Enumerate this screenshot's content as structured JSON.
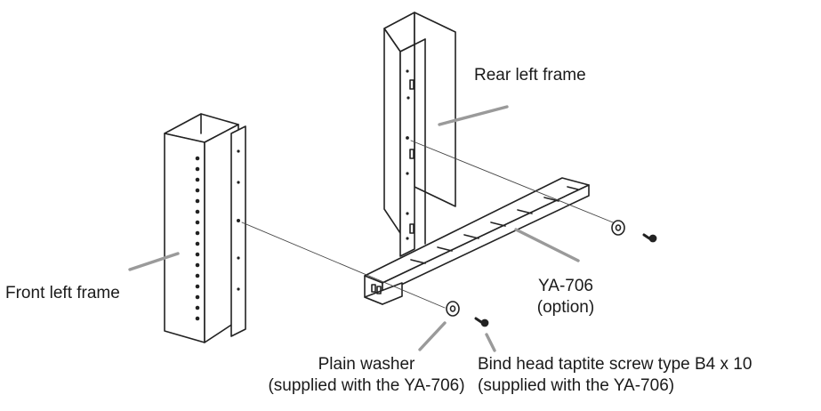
{
  "labels": {
    "rear_left_frame": "Rear left frame",
    "front_left_frame": "Front left frame",
    "bracket_name": "YA-706",
    "bracket_note": "(option)",
    "washer_name": "Plain washer",
    "washer_note": "(supplied with the YA-706)",
    "screw_name": "Bind head taptite screw type B4 x 10",
    "screw_note": "(supplied with the YA-706)"
  },
  "colors": {
    "line": "#222222",
    "leader": "#9a9a9a",
    "background": "#ffffff"
  }
}
